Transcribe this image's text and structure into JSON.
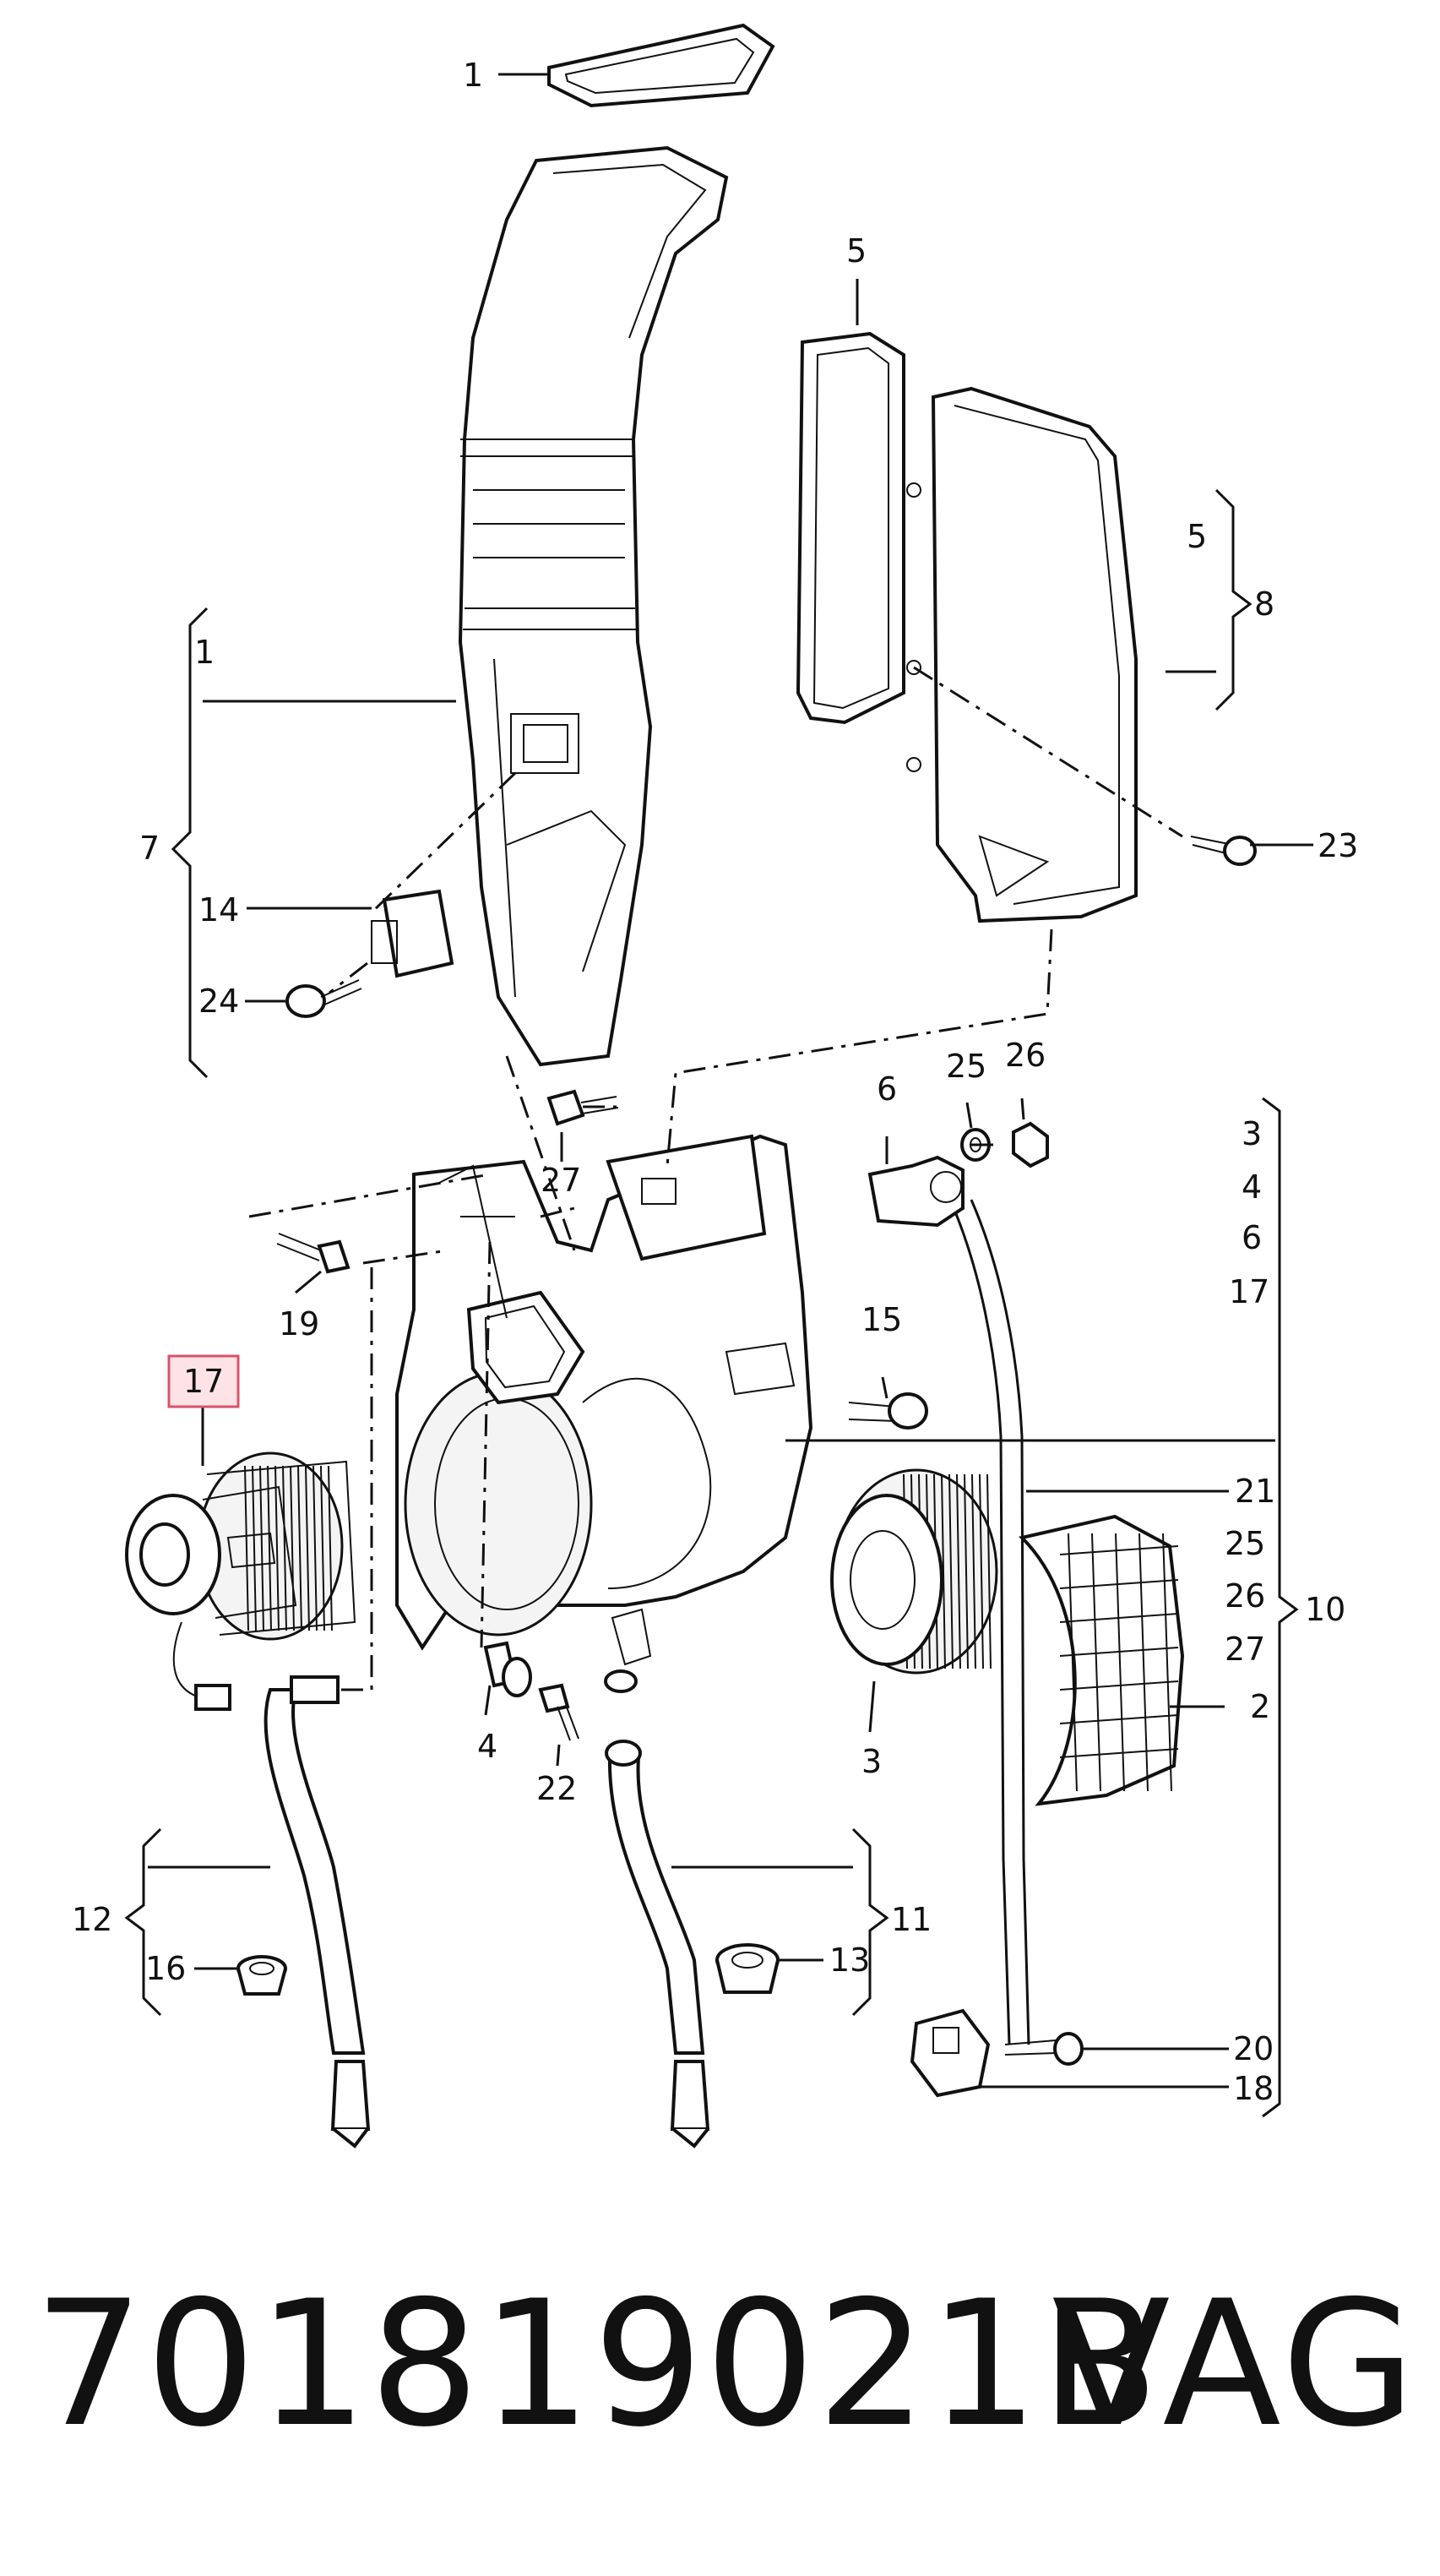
{
  "callouts": {
    "c1_top": "1",
    "c1_group": "1",
    "c2": "2",
    "c3a": "3",
    "c3b": "3",
    "c4a": "4",
    "c4b": "4",
    "c5a": "5",
    "c5b": "5",
    "c6a": "6",
    "c6b": "6",
    "c7": "7",
    "c8": "8",
    "c10": "10",
    "c11": "11",
    "c12": "12",
    "c13": "13",
    "c14": "14",
    "c15": "15",
    "c16": "16",
    "c17": "17",
    "c17b": "17",
    "c18": "18",
    "c19": "19",
    "c20": "20",
    "c21": "21",
    "c22": "22",
    "c23": "23",
    "c24": "24",
    "c25a": "25",
    "c25b": "25",
    "c26a": "26",
    "c26b": "26",
    "c27a": "27",
    "c27b": "27"
  },
  "footer": {
    "part_number": "701819021B",
    "brand": "VAG"
  }
}
